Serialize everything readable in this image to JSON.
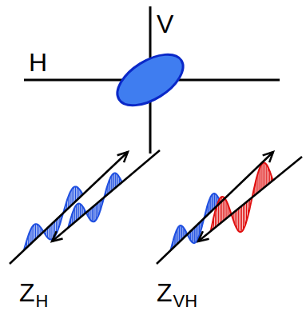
{
  "diagram": {
    "labels": [
      "V",
      "H",
      "Z",
      "H",
      "Z",
      "VH"
    ]
  }
}
